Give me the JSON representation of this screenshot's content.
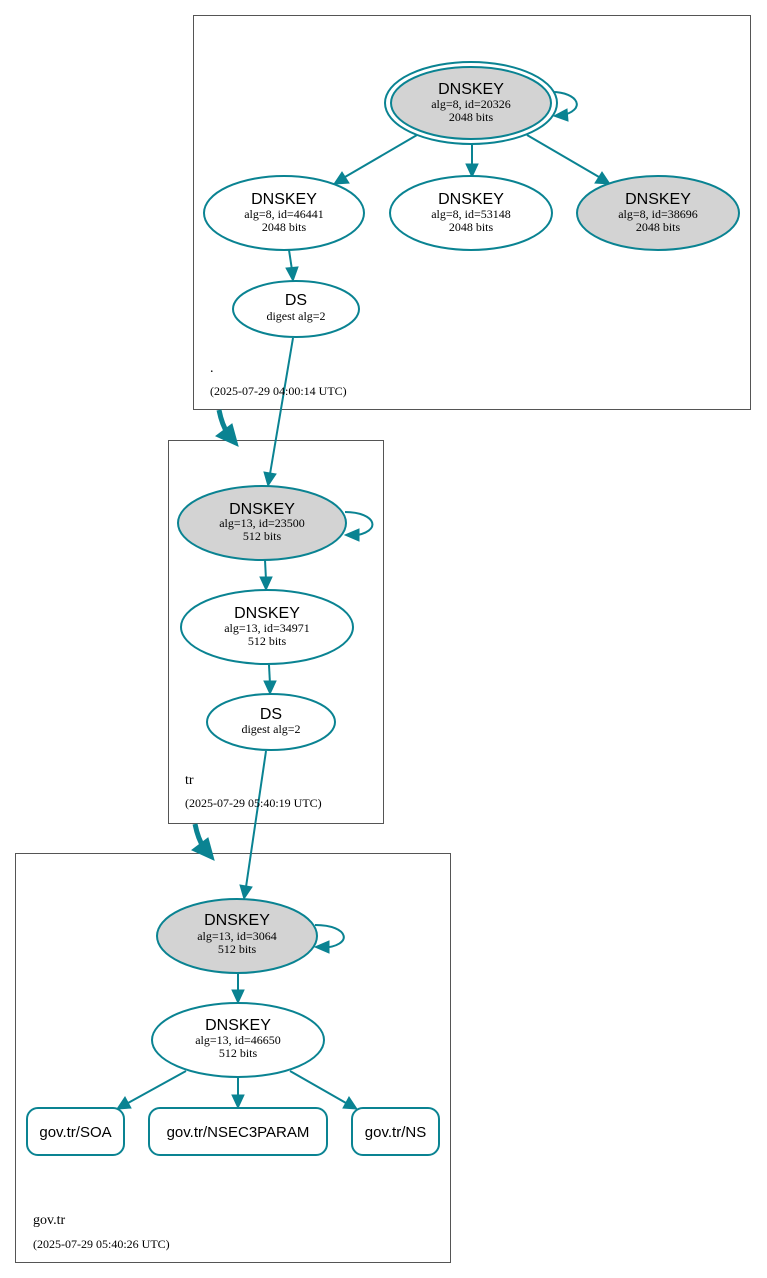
{
  "colors": {
    "edge": "#0a8392",
    "sep_fill": "#d3d3d3",
    "plain_fill": "#ffffff",
    "zone_border": "#555555"
  },
  "zones": {
    "root": {
      "name": ".",
      "timestamp": "(2025-07-29 04:00:14 UTC)"
    },
    "tr": {
      "name": "tr",
      "timestamp": "(2025-07-29 05:40:19 UTC)"
    },
    "govtr": {
      "name": "gov.tr",
      "timestamp": "(2025-07-29 05:40:26 UTC)"
    }
  },
  "nodes": {
    "root_ksk": {
      "title": "DNSKEY",
      "line1": "alg=8, id=20326",
      "line2": "2048 bits"
    },
    "root_zsk1": {
      "title": "DNSKEY",
      "line1": "alg=8, id=46441",
      "line2": "2048 bits"
    },
    "root_zsk2": {
      "title": "DNSKEY",
      "line1": "alg=8, id=53148",
      "line2": "2048 bits"
    },
    "root_zsk3": {
      "title": "DNSKEY",
      "line1": "alg=8, id=38696",
      "line2": "2048 bits"
    },
    "root_ds": {
      "title": "DS",
      "line1": "digest alg=2"
    },
    "tr_ksk": {
      "title": "DNSKEY",
      "line1": "alg=13, id=23500",
      "line2": "512 bits"
    },
    "tr_zsk": {
      "title": "DNSKEY",
      "line1": "alg=13, id=34971",
      "line2": "512 bits"
    },
    "tr_ds": {
      "title": "DS",
      "line1": "digest alg=2"
    },
    "gov_ksk": {
      "title": "DNSKEY",
      "line1": "alg=13, id=3064",
      "line2": "512 bits"
    },
    "gov_zsk": {
      "title": "DNSKEY",
      "line1": "alg=13, id=46650",
      "line2": "512 bits"
    }
  },
  "records": {
    "soa": "gov.tr/SOA",
    "nsec3param": "gov.tr/NSEC3PARAM",
    "ns": "gov.tr/NS"
  }
}
